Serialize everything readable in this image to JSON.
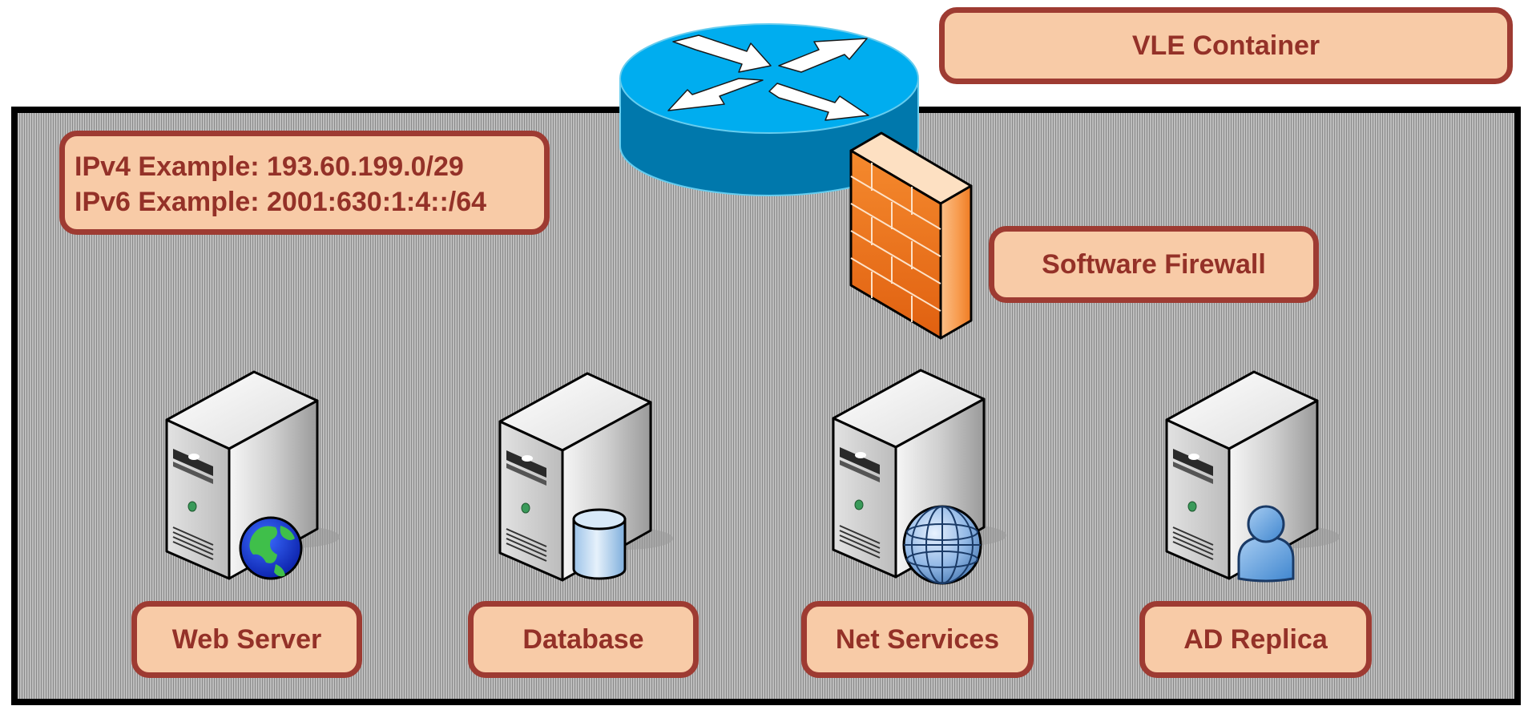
{
  "container": {
    "label": "VLE Container"
  },
  "addresses": {
    "ipv4": "IPv4 Example: 193.60.199.0/29",
    "ipv6": "IPv6 Example: 2001:630:1:4::/64"
  },
  "firewall": {
    "label": "Software Firewall"
  },
  "router": {
    "icon": "router-icon"
  },
  "servers": [
    {
      "label": "Web Server",
      "icon": "globe-icon"
    },
    {
      "label": "Database",
      "icon": "database-icon"
    },
    {
      "label": "Net Services",
      "icon": "network-globe-icon"
    },
    {
      "label": "AD Replica",
      "icon": "user-icon"
    }
  ],
  "colors": {
    "label_fill": "#f8cba7",
    "label_border": "#9e3b32",
    "label_text": "#943128",
    "router": "#00aeef",
    "firewall": "#f47b20"
  }
}
